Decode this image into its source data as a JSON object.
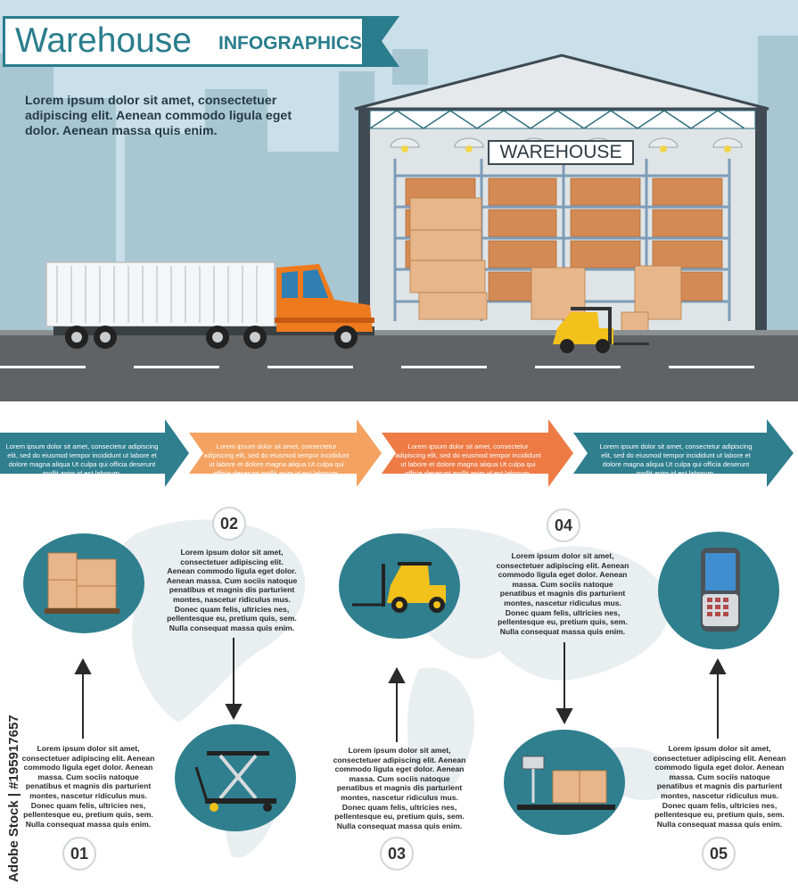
{
  "header": {
    "title": "Warehouse",
    "subtitle": "INFOGRAPHICS",
    "intro": "Lorem ipsum dolor sit amet, consectetuer adipiscing elit. Aenean commodo ligula eget dolor. Aenean massa quis enim."
  },
  "building": {
    "sign": "WAREHOUSE"
  },
  "arrows": [
    {
      "text": "Lorem ipsum dolor sit amet, consectetur adipiscing elit, sed do eiusmod tempor incididunt ut labore et dolore magna aliqua Ut culpa qui officia deserunt mollit anim id est laborum."
    },
    {
      "text": "Lorem ipsum dolor sit amet, consectetur adipiscing elit, sed do eiusmod tempor incididunt ut labore et dolore magna aliqua Ut culpa qui officia deserunt mollit anim id est laborum."
    },
    {
      "text": "Lorem ipsum dolor sit amet, consectetur adipiscing elit, sed do eiusmod tempor incididunt ut labore et dolore magna aliqua Ut culpa qui officia deserunt mollit anim id est laborum."
    },
    {
      "text": "Lorem ipsum dolor sit amet, consectetur adipiscing elit, sed do eiusmod tempor incididunt ut labore et dolore magna aliqua Ut culpa qui officia deserunt mollit anim id est laborum."
    }
  ],
  "steps": [
    {
      "number": "01",
      "text": "Lorem ipsum dolor sit amet, consectetuer adipiscing elit. Aenean commodo ligula eget dolor. Aenean massa. Cum sociis natoque penatibus et magnis dis parturient montes, nascetur ridiculus mus. Donec quam felis, ultricies nes, pellentesque eu, pretium quis, sem. Nulla consequat massa quis enim."
    },
    {
      "number": "02",
      "text": "Lorem ipsum dolor sit amet, consectetuer adipiscing elit. Aenean commodo ligula eget dolor. Aenean massa. Cum sociis natoque penatibus et magnis dis parturient montes, nascetur ridiculus mus. Donec quam felis, ultricies nes, pellentesque eu, pretium quis, sem. Nulla consequat massa quis enim."
    },
    {
      "number": "03",
      "text": "Lorem ipsum dolor sit amet, consectetuer adipiscing elit. Aenean commodo ligula eget dolor. Aenean massa. Cum sociis natoque penatibus et magnis dis parturient montes, nascetur ridiculus mus. Donec quam felis, ultricies nes, pellentesque eu, pretium quis, sem. Nulla consequat massa quis enim."
    },
    {
      "number": "04",
      "text": "Lorem ipsum dolor sit amet, consectetuer adipiscing elit. Aenean commodo ligula eget dolor. Aenean massa. Cum sociis natoque penatibus et magnis dis parturient montes, nascetur ridiculus mus. Donec quam felis, ultricies nes, pellentesque eu, pretium quis, sem. Nulla consequat massa quis enim."
    },
    {
      "number": "05",
      "text": "Lorem ipsum dolor sit amet, consectetuer adipiscing elit. Aenean commodo ligula eget dolor. Aenean massa. Cum sociis natoque penatibus et magnis dis parturient montes, nascetur ridiculus mus. Donec quam felis, ultricies nes, pellentesque eu, pretium quis, sem. Nulla consequat massa quis enim."
    }
  ],
  "credit": "Adobe Stock | #195917657",
  "icons": [
    "box-pallet-icon",
    "lift-table-icon",
    "forklift-icon",
    "scale-icon",
    "scanner-icon"
  ],
  "colors": {
    "teal": "#2f7f8f",
    "light_orange": "#f4a261",
    "orange": "#ee7a45",
    "sky": "#c9dfe9",
    "road": "#5f6366"
  }
}
